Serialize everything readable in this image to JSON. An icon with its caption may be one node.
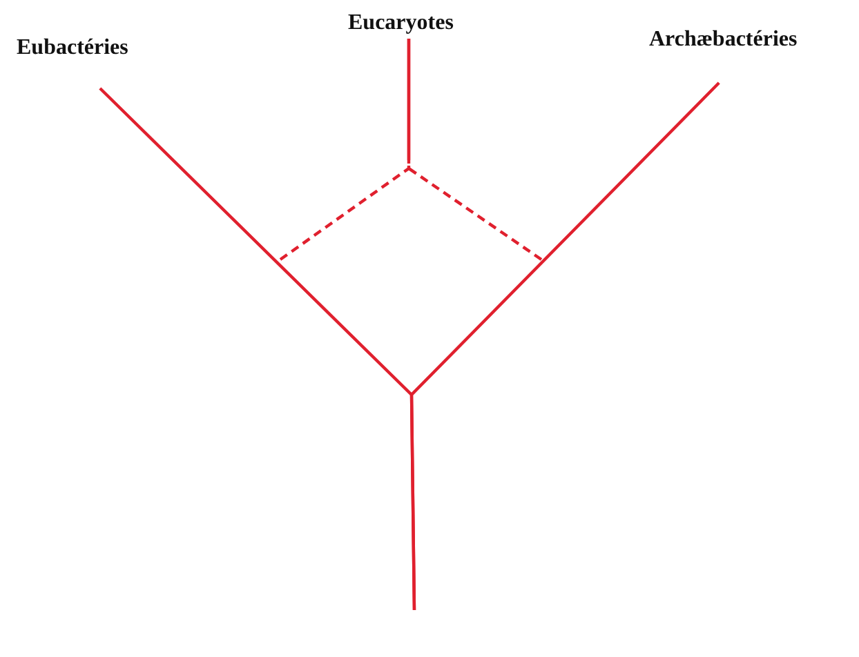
{
  "diagram": {
    "nodes": [
      {
        "text": [
          "Eubactéries"
        ]
      },
      {
        "text": [
          "Eucaryotes"
        ]
      },
      {
        "text": [
          "Archæbactéries"
        ]
      }
    ],
    "edges": [
      {
        "from": null,
        "to": 0,
        "arrow": "none"
      },
      {
        "from": null,
        "to": 2,
        "arrow": "none"
      },
      {
        "from": null,
        "to": 1,
        "arrow": "none",
        "style": "dashed"
      },
      {
        "from": null,
        "to": 1,
        "arrow": "none",
        "style": "dashed"
      }
    ]
  }
}
